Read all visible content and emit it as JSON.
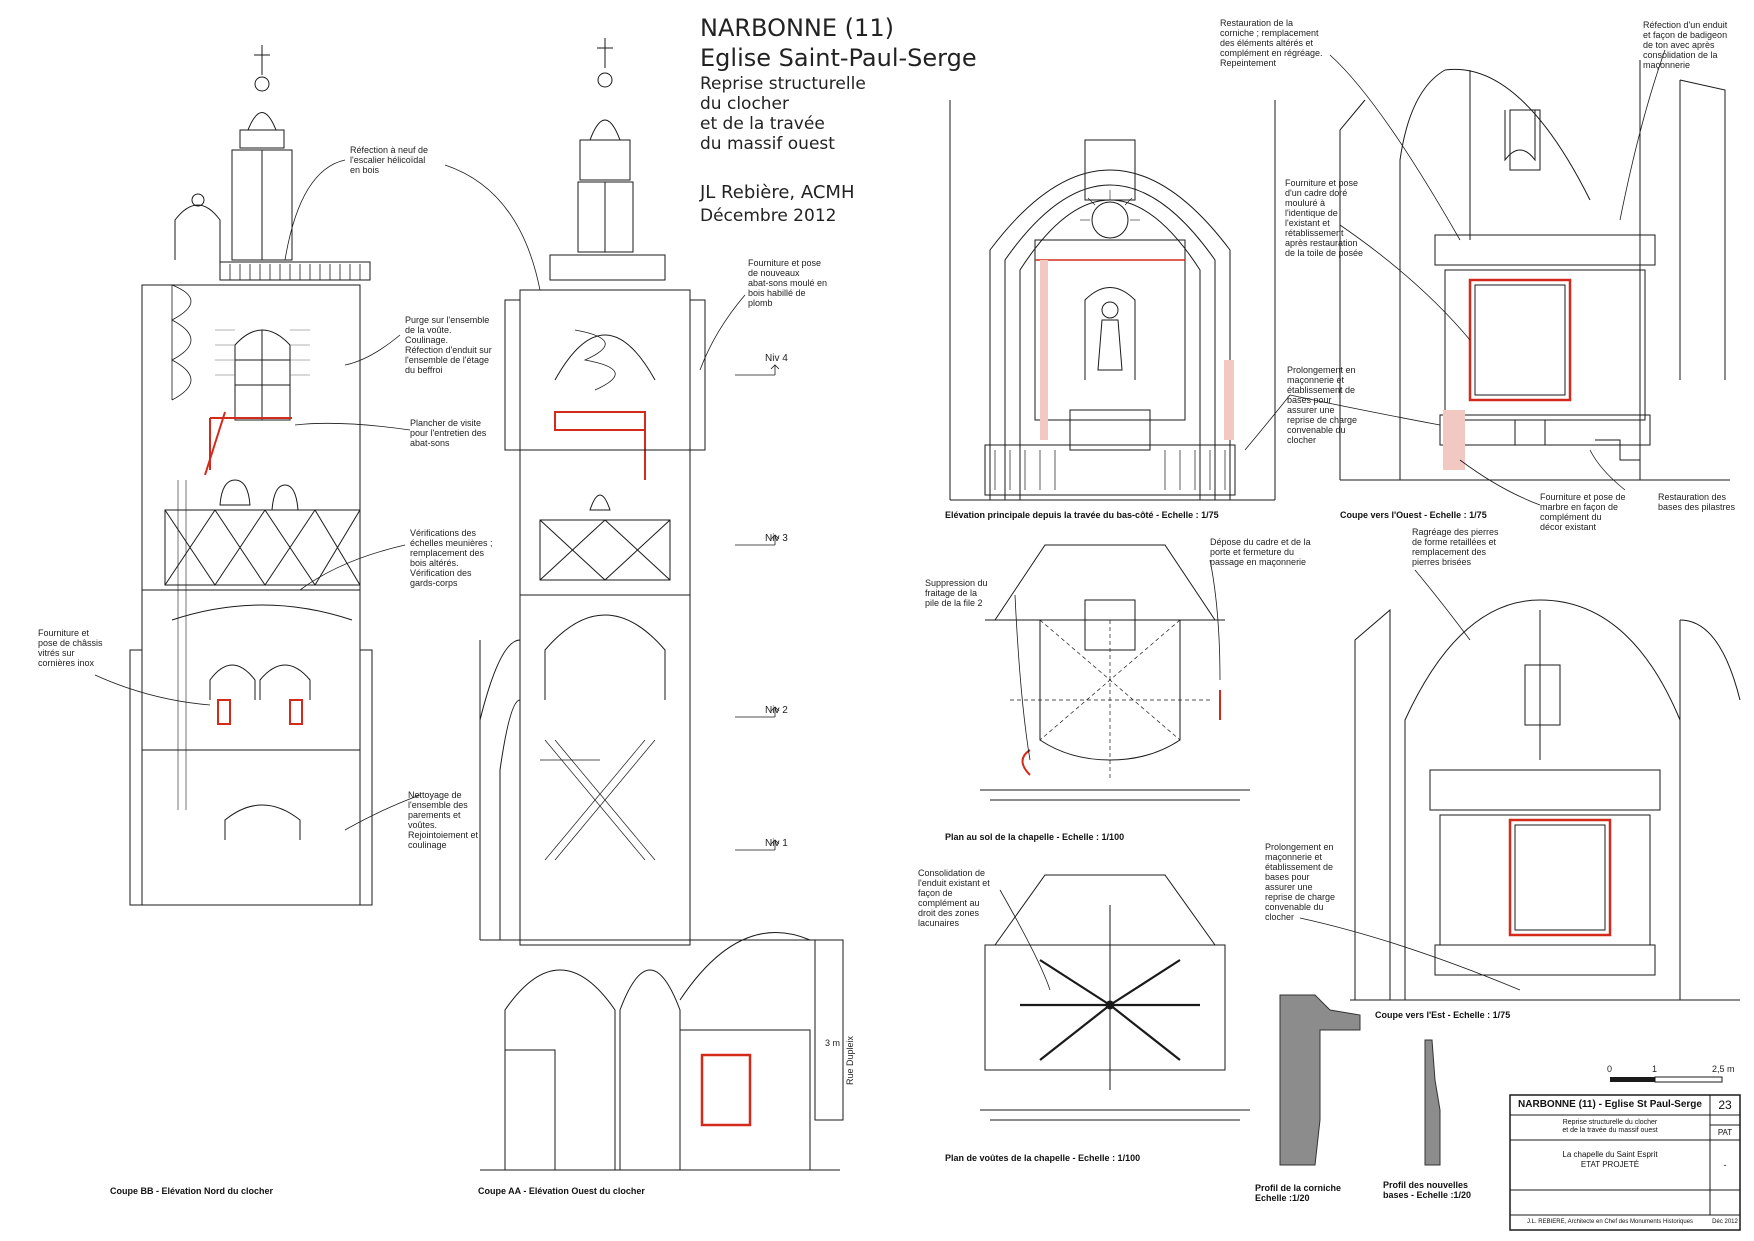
{
  "header": {
    "title_line1": "NARBONNE (11)",
    "title_line2": "Eglise Saint-Paul-Serge",
    "subtitle": "Reprise structurelle\ndu clocher\net de la travée\ndu massif ouest",
    "author": "JL Rebière, ACMH",
    "date": "Décembre 2012"
  },
  "annotations": {
    "escalier": "Réfection à neuf de\nl'escalier hélicoïdal\nen bois",
    "purge": "Purge sur l'ensemble\nde la voûte.\nCoulinage.\nRéfection d'enduit sur\nl'ensemble de l'étage\ndu beffroi",
    "abat_sons_fourniture": "Fourniture et pose\nde nouveaux\nabat-sons moulé en\nbois habillé de\nplomb",
    "plancher": "Plancher de visite\npour l'entretien des\nabat-sons",
    "verifications": "Vérifications des\néchelles meunières ;\nremplacement des\nbois altérés.\nVérification des\ngards-corps",
    "chassis": "Fourniture et\npose de châssis\nvitrés sur\ncornières inox",
    "nettoyage": "Nettoyage de\nl'ensemble des\nparements et\nvoûtes.\nRejointoiement et\ncoulinage",
    "corniche": "Restauration de la\ncorniche ; remplacement\ndes éléments altérés et\ncomplément en régréage.\nRepeintement",
    "enduit_badigeon": "Réfection d'un enduit\net façon de badigeon\nde ton avec après\nconsolidation de la\nmaçonnerie",
    "cadre_dore": "Fourniture et pose\nd'un cadre doré\nmouluré à\nl'identique de\nl'existant et\nrétablissement\naprès restauration\nde la toile de posée",
    "prolongement_ouest": "Prolongement en\nmaçonnerie et\nétablissement de\nbases pour\nassurer une\nreprise de charge\nconvenable du\nclocher",
    "marbre": "Fourniture et pose de\nmarbre en façon de\ncomplément du\ndécor existant",
    "restauration_bases": "Restauration des\nbases des pilastres",
    "ragreage": "Ragréage des pierres\nde forme retaillées et\nremplacement des\npierres brisées",
    "depose_cadre": "Dépose du cadre et de la\nporte et fermeture du\npassage en maçonnerie",
    "suppression": "Suppression du\nfraitage de la\npile de la file 2",
    "consolidation": "Consolidation de\nl'enduit existant et\nfaçon de\ncomplément au\ndroit des zones\nlacunaires",
    "prolongement_est": "Prolongement en\nmaçonnerie et\nétablissement de\nbases pour\nassurer une\nreprise de charge\nconvenable du\nclocher"
  },
  "levels": [
    "Niv 4",
    "Niv 3",
    "Niv 2",
    "Niv 1"
  ],
  "captions": {
    "coupe_bb": "Coupe BB - Elévation Nord du clocher",
    "coupe_aa": "Coupe AA - Elévation Ouest du clocher",
    "elevation_principale": "Elévation principale depuis la travée du bas-côté - Echelle : 1/75",
    "coupe_ouest": "Coupe vers l'Ouest - Echelle : 1/75",
    "plan_sol": "Plan au sol de la chapelle - Echelle : 1/100",
    "plan_voutes": "Plan de voûtes de la chapelle - Echelle : 1/100",
    "coupe_est": "Coupe vers l'Est - Echelle : 1/75",
    "profil_corniche": "Profil de la corniche\nEchelle :1/20",
    "profil_bases": "Profil des nouvelles\nbases - Echelle :1/20",
    "street": "Rue Dupleix",
    "three_m": "3 m"
  },
  "scale_bar": {
    "labels": [
      "0",
      "1",
      "2,5 m"
    ]
  },
  "title_block": {
    "project": "NARBONNE (11) - Eglise St Paul-Serge",
    "sheet_no": "23",
    "subject": "Reprise structurelle du clocher\net de la travée du massif ouest",
    "phase_code": "PAT",
    "sheet_title": "La chapelle du Saint Esprit\nETAT PROJETÉ",
    "scale_mark": "-",
    "architect": "J.L. REBIERE, Architecte en Chef des Monuments Historiques",
    "date_short": "Déc 2012"
  },
  "colors": {
    "line": "#1a1a1a",
    "accent_red": "#d42a1c",
    "pink_fill": "#f2c9c2",
    "grey_section": "#8c8c8c"
  }
}
